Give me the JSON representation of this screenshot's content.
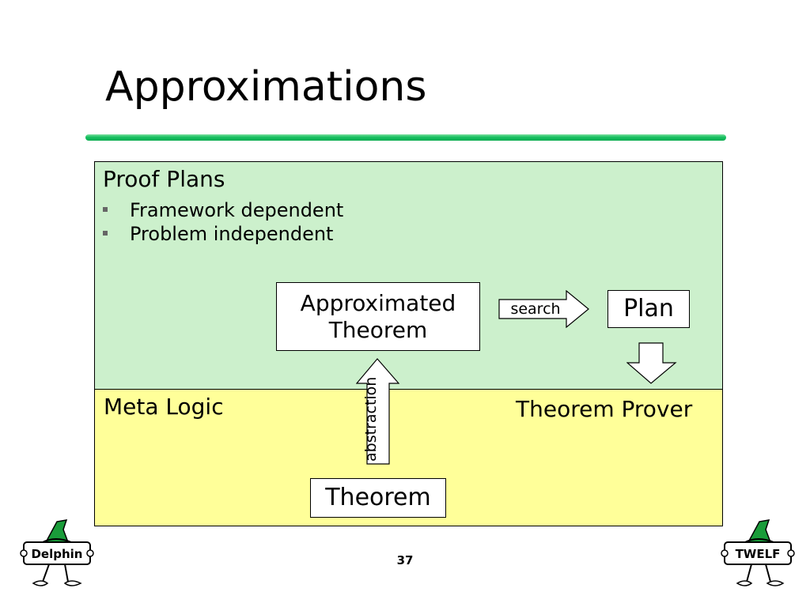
{
  "slide": {
    "title": "Approximations",
    "page_number": "37"
  },
  "proof_plans": {
    "heading": "Proof Plans",
    "bullets": [
      "Framework dependent",
      "Problem independent"
    ],
    "approximated_theorem": [
      "Approximated",
      "Theorem"
    ],
    "search_label": "search",
    "plan_label": "Plan"
  },
  "meta_logic": {
    "heading": "Meta Logic",
    "theorem_prover": "Theorem Prover",
    "abstraction_label": "abstraction",
    "theorem_label": "Theorem"
  },
  "logos": {
    "left": "Delphin",
    "right": "TWELF"
  },
  "colors": {
    "proof_plans_panel": "#ccf0cc",
    "meta_logic_panel": "#ffff99",
    "title_rule": "#16c060",
    "mascot_hat": "#1a9c3a"
  }
}
